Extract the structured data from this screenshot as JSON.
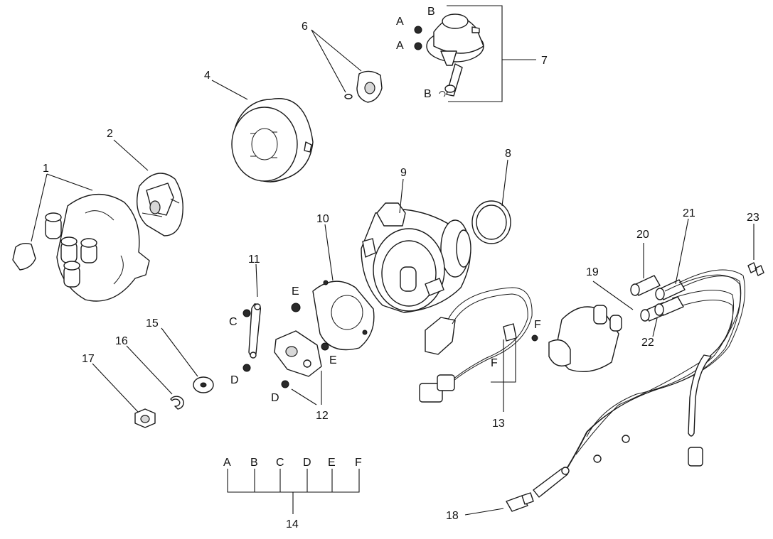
{
  "callouts": [
    "1",
    "2",
    "4",
    "6",
    "7",
    "8",
    "9",
    "10",
    "11",
    "12",
    "13",
    "14",
    "15",
    "16",
    "17",
    "18",
    "19",
    "20",
    "21",
    "22",
    "23"
  ],
  "letters": {
    "a1": "A",
    "a2": "A",
    "b1": "B",
    "b2": "B",
    "c": "C",
    "d1": "D",
    "d2": "D",
    "e1": "E",
    "e2": "E",
    "f1": "F",
    "f2": "F"
  },
  "legend_14": [
    "A",
    "B",
    "C",
    "D",
    "E",
    "F"
  ]
}
